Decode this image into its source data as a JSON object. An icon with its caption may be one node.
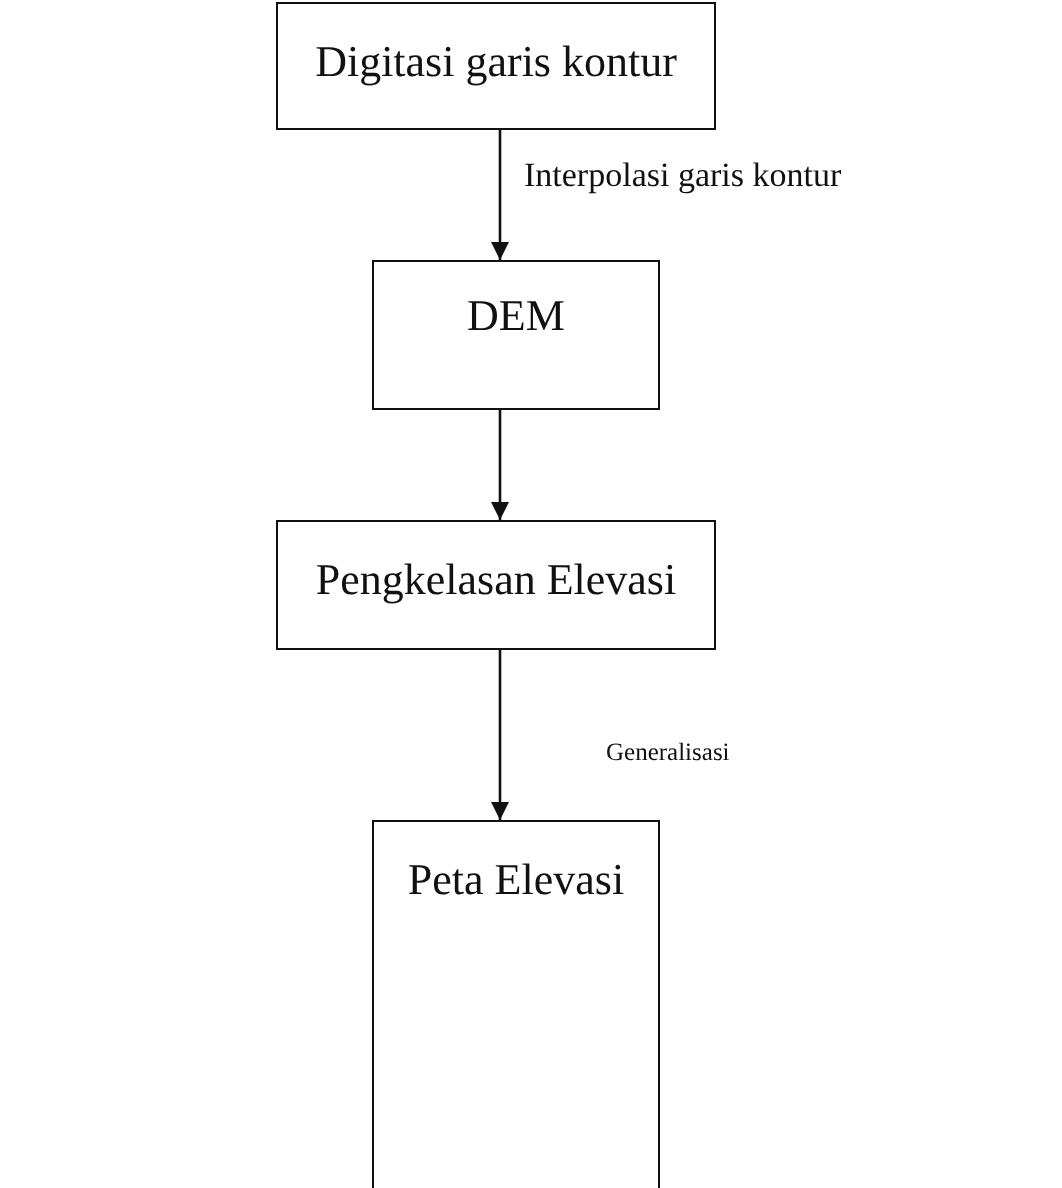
{
  "diagram": {
    "nodes": [
      {
        "text": [
          "Digitasi garis kontur"
        ]
      },
      {
        "text": [
          "DEM"
        ]
      },
      {
        "text": [
          "Pengkelasan Elevasi"
        ]
      },
      {
        "text": [
          "Peta Elevasi"
        ]
      }
    ],
    "edges": [
      {
        "from": 0,
        "to": 1,
        "arrow": "to",
        "label": "Interpolasi garis kontur"
      },
      {
        "from": 1,
        "to": 2,
        "arrow": "to"
      },
      {
        "from": 2,
        "to": 3,
        "arrow": "to",
        "label": "Generalisasi"
      }
    ]
  }
}
